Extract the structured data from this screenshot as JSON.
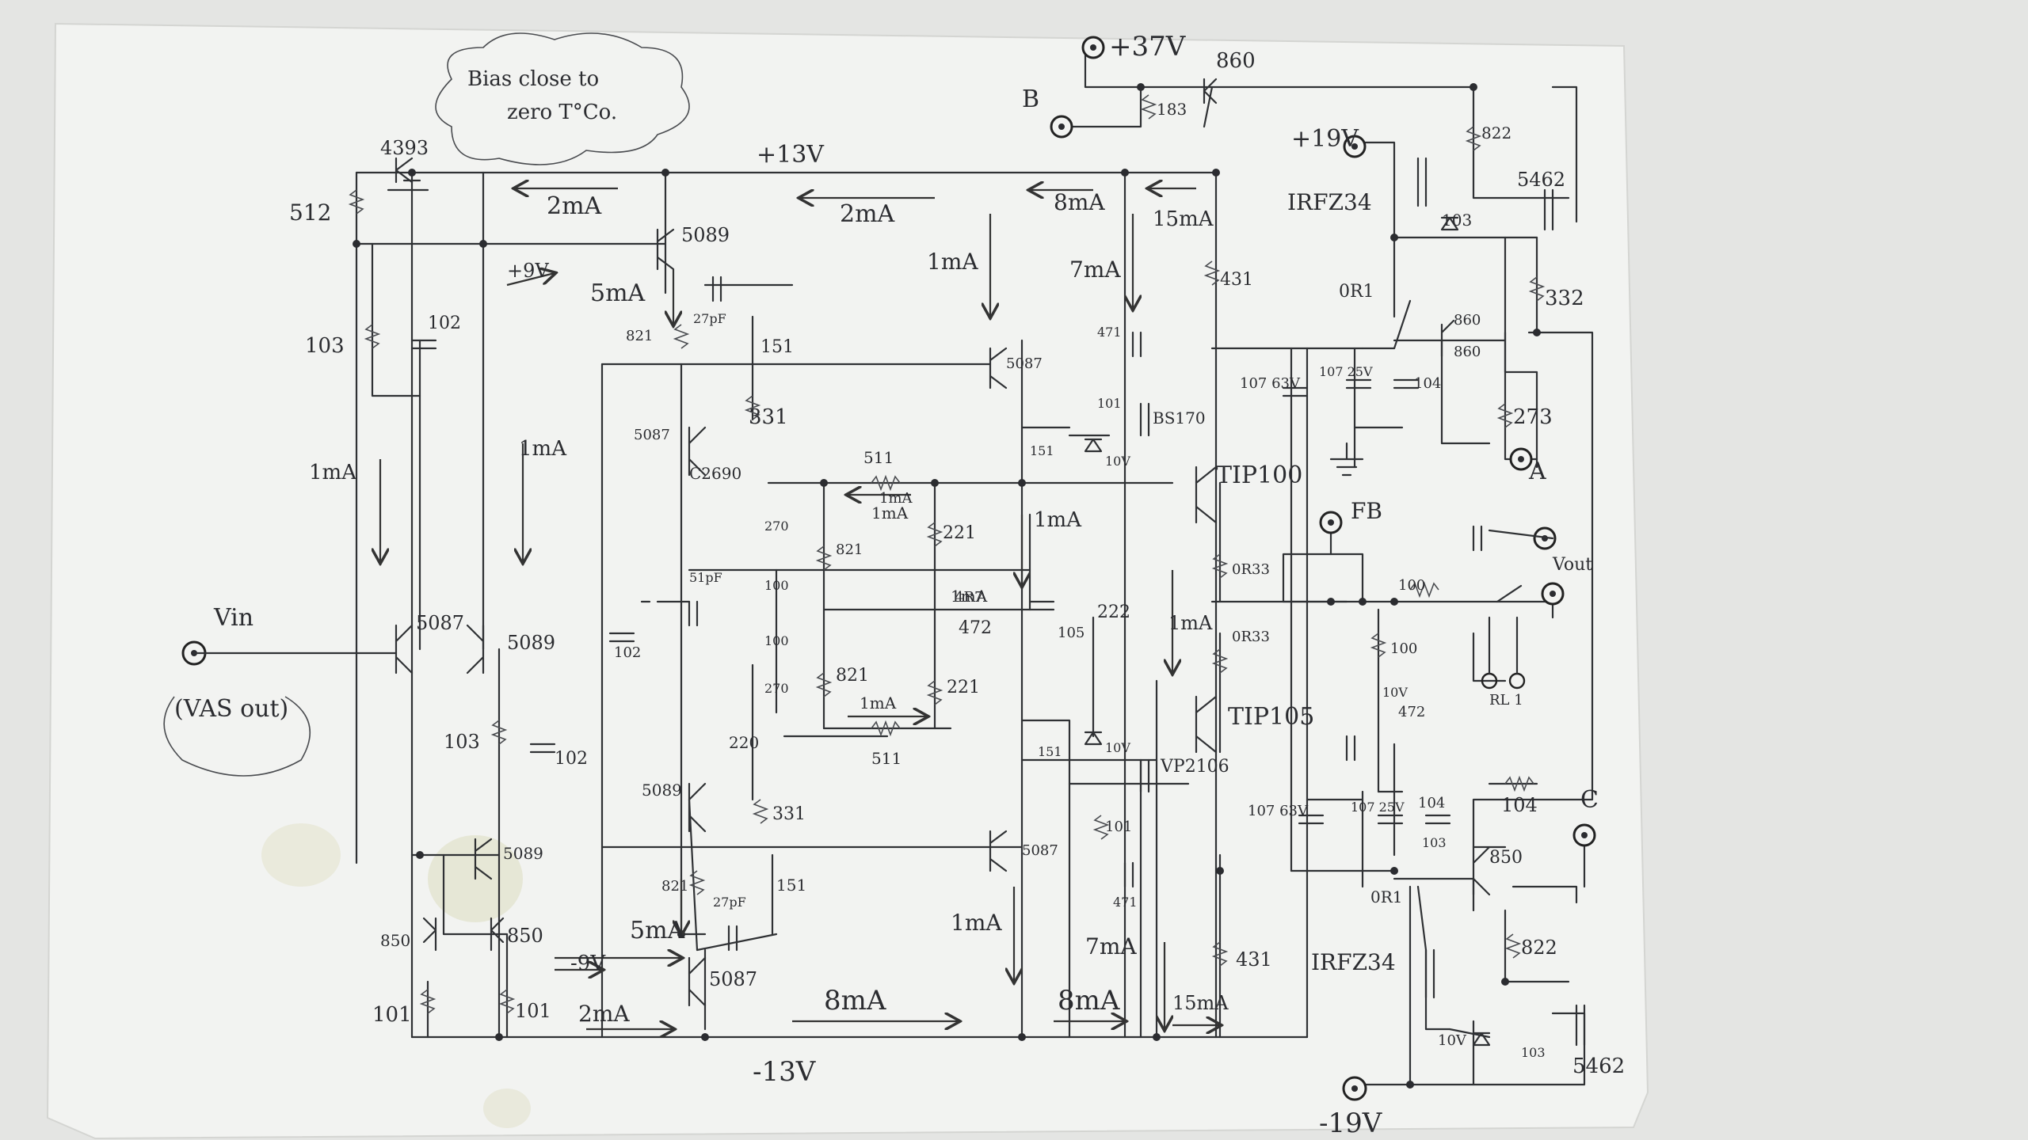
{
  "note": {
    "line1": "Bias close to",
    "line2": "zero T°Co."
  },
  "rails": {
    "pos37": "+37V",
    "neg19": "-19V",
    "pos19": "+19V",
    "pos13": "+13V",
    "neg13": "-13V",
    "pos9": "+9V",
    "neg9": "-9V"
  },
  "terminals": {
    "vin": "Vin",
    "vout": "Vout",
    "fb": "FB",
    "a": "A",
    "b": "B",
    "c": "C",
    "vas_out": "(VAS out)"
  },
  "transistors": {
    "t4393": "4393",
    "t860_top": "860",
    "irfz34_top": "IRFZ34",
    "t5462_top": "5462",
    "t860_a": "860",
    "t860_b": "860",
    "t5089_a": "5089",
    "t5089_b": "5089",
    "t5087_a": "5087",
    "t5087_b": "5087",
    "t5087_c": "5087",
    "t5087_in": "5087",
    "t5089_in": "5089",
    "c2690": "C2690",
    "bs170": "BS170",
    "tip100": "TIP100",
    "tip105": "TIP105",
    "vp2106": "VP2106",
    "t5089_mid": "5089",
    "t5087_lo": "5087",
    "t5089_mir": "5089",
    "t850_l": "850",
    "t850_r": "850",
    "t850_c": "850",
    "irfz34_bot": "IRFZ34",
    "t5462_bot": "5462",
    "t5087_vas": "5087",
    "t5087_low": "5087"
  },
  "components": {
    "r512": "512",
    "r103a": "103",
    "c102a": "102",
    "r183": "183",
    "r822a": "822",
    "r103b": "103",
    "r332": "332",
    "r431a": "431",
    "r821a": "821",
    "c27pfa": "27pF",
    "r151a": "151",
    "r331a": "331",
    "c471a": "471",
    "r101a": "101",
    "r151b": "151",
    "zd10a": "10V",
    "r511a": "511",
    "r270a": "270",
    "r821b": "821",
    "r221a": "221",
    "c107a": "107 63V",
    "r0r1a": "0R1",
    "c107b": "107 25V",
    "c104a": "104",
    "r273": "273",
    "r0r33a": "0R33",
    "c51pf": "51pF",
    "r100a": "100",
    "c102b": "102",
    "r4r7": "4R7",
    "c105": "105",
    "r472a": "472",
    "r222": "222",
    "r100b": "100",
    "r0r33b": "0R33",
    "r100c": "100",
    "r100d": "100",
    "r270b": "270",
    "r821c": "821",
    "r221b": "221",
    "r220": "220",
    "r511b": "511",
    "r472b": "472",
    "rl1": "RL 1",
    "r103c": "103",
    "c102c": "102",
    "r331b": "331",
    "r151c": "151",
    "zd10b": "10V",
    "r101b": "101",
    "c107c": "107 63V",
    "c107d": "107 25V",
    "c104b": "104",
    "r104": "104",
    "r103d": "103",
    "r821d": "821",
    "c27pfb": "27pF",
    "r151d": "151",
    "c471b": "471",
    "r431b": "431",
    "r0r1b": "0R1",
    "r822b": "822",
    "zd10c": "10V",
    "r101c": "101",
    "r101d": "101",
    "zd10d": "10V",
    "r103e": "103"
  },
  "currents": {
    "i2mA_a": "2mA",
    "i2mA_b": "2mA",
    "i2mA_c": "2mA",
    "i8mA_a": "8mA",
    "i8mA_b": "8mA",
    "i8mA_c": "8mA",
    "i15mA_a": "15mA",
    "i15mA_b": "15mA",
    "i1mA_a": "1mA",
    "i1mA_b": "1mA",
    "i1mA_c": "1mA",
    "i1mA_d": "1mA",
    "i1mA_e": "1mA",
    "i1mA_f": "1mA",
    "i1mA_g": "1mA",
    "i1mA_h": "1mA",
    "i1mA_i": "1mA",
    "i1mA_j": "1mA",
    "i5mA_a": "5mA",
    "i5mA_b": "5mA",
    "i7mA_a": "7mA",
    "i7mA_b": "7mA"
  }
}
